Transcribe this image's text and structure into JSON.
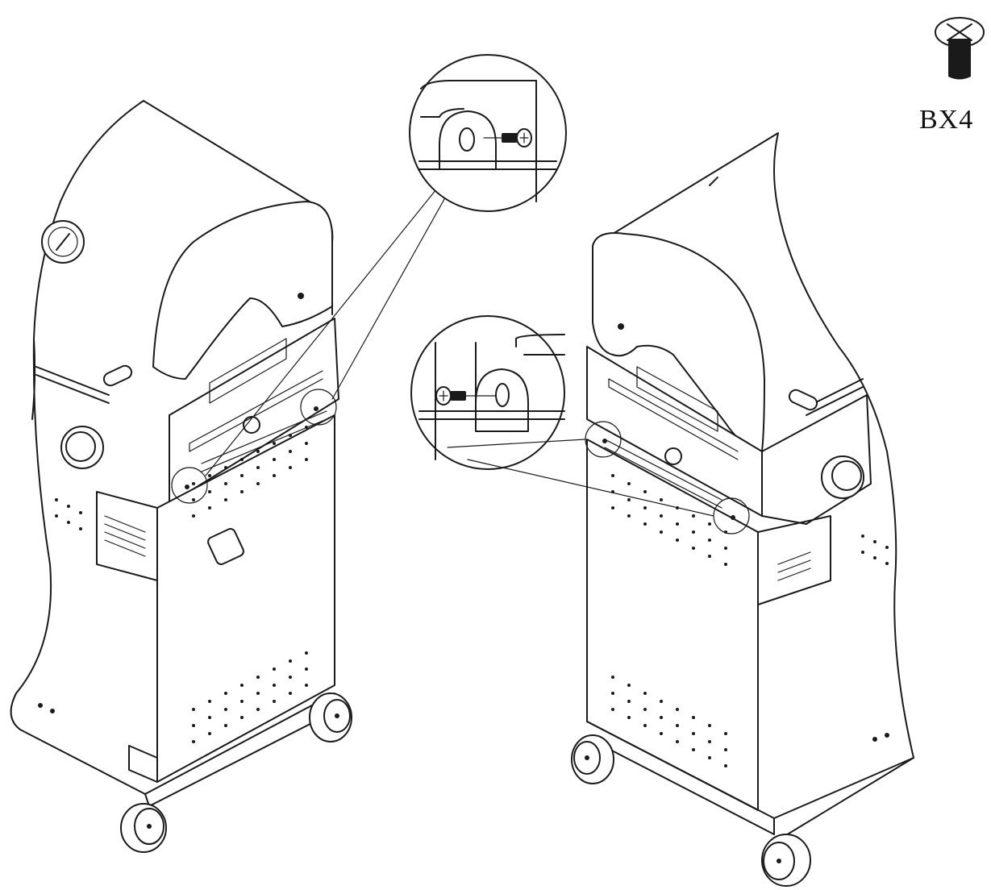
{
  "part": {
    "label": "BX4",
    "icon": "screw-icon"
  },
  "views": [
    {
      "name": "left-grill-view",
      "hardware": "screw"
    },
    {
      "name": "right-grill-view",
      "hardware": "screw"
    }
  ],
  "colors": {
    "line": "#1a1a1a",
    "background": "#ffffff"
  }
}
